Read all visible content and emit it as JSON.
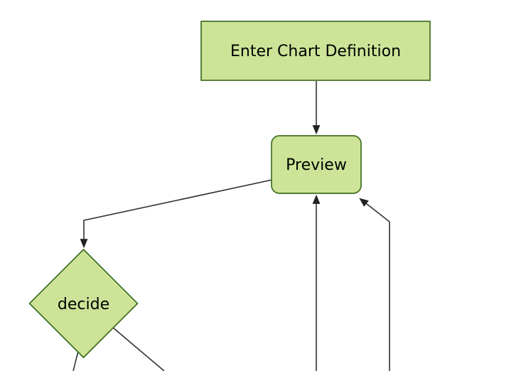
{
  "diagram": {
    "type": "flowchart",
    "direction": "top-down",
    "theme": {
      "background": "#ffffff",
      "node_fill": "#cde498",
      "node_stroke": "#3f6e21",
      "edge_color": "#333333",
      "arrowhead_color": "#222222",
      "label_color": "#000000"
    },
    "nodes": [
      {
        "id": "enter-chart-definition",
        "label": "Enter Chart Definition",
        "shape": "rectangle"
      },
      {
        "id": "preview",
        "label": "Preview",
        "shape": "rounded-rectangle"
      },
      {
        "id": "decide",
        "label": "decide",
        "shape": "diamond"
      }
    ],
    "edges": [
      {
        "from": "enter-chart-definition",
        "to": "preview",
        "arrow": true
      },
      {
        "from": "preview",
        "to": "decide",
        "arrow": true
      },
      {
        "from": "decide",
        "to": "offscreen-bottom-left",
        "arrow": false
      },
      {
        "from": "decide",
        "to": "offscreen-bottom-right",
        "arrow": false
      },
      {
        "from": "offscreen-bottom",
        "to": "preview",
        "arrow": true
      },
      {
        "from": "offscreen-bottom-far-right",
        "to": "preview",
        "arrow": true
      }
    ]
  }
}
